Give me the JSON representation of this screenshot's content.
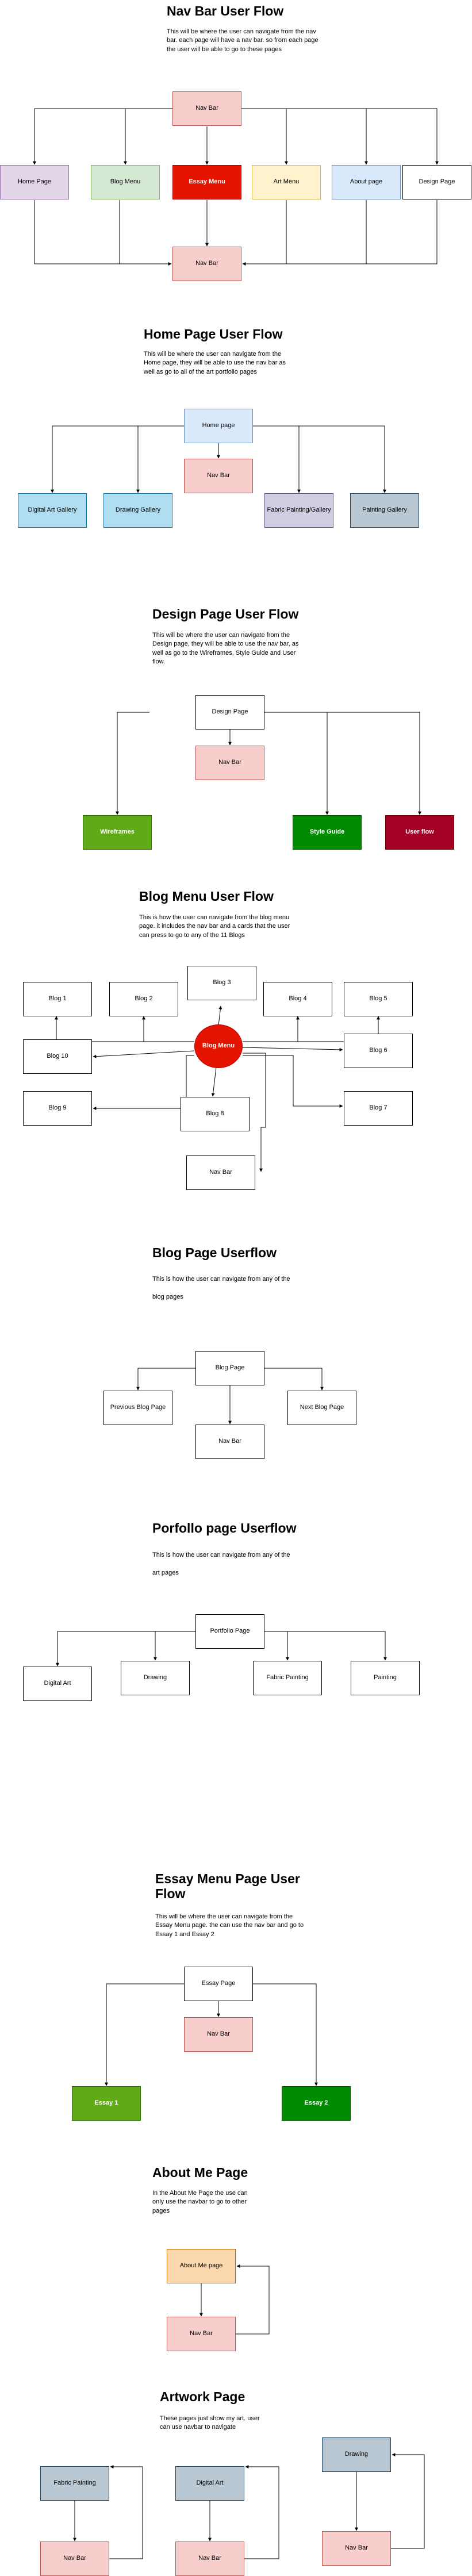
{
  "navbar_flow": {
    "title": "Nav Bar User Flow",
    "desc": "This will be where the user can navigate from the nav bar. each page will have a nav bar. so from each page the user will be able to go to these pages",
    "nav_top": "Nav Bar",
    "home": "Home Page",
    "blog": "Blog Menu",
    "essay": "Essay Menu",
    "art": "Art Menu",
    "about": "About page",
    "design": "Design Page",
    "nav_bottom": "Nav Bar"
  },
  "home_flow": {
    "title": "Home Page User Flow",
    "desc": "This will be where the user can navigate from the Home page, they will be able to use the nav bar as well as go to all of the art portfolio pages",
    "home": "Home page",
    "nav": "Nav Bar",
    "digital": "Digital Art Gallery",
    "drawing": "Drawing Gallery",
    "fabric": "Fabric Painting/Gallery",
    "painting": "Painting Gallery"
  },
  "design_flow": {
    "title": "Design Page User Flow",
    "desc": "This will be where the user can navigate from the Design page, they will be able to use the nav bar, as well as go to the Wireframes, Style Guide and User flow.",
    "design": "Design Page",
    "nav": "Nav Bar",
    "wireframes": "Wireframes",
    "style_guide": "Style Guide",
    "user_flow": "User flow"
  },
  "blog_menu_flow": {
    "title": "Blog Menu User Flow",
    "desc": "This is how the user can navigate from the blog menu page. it includes the nav bar and a cards that the user can press to go to any of the 11 Blogs",
    "center": "Blog Menu",
    "b1": "Blog 1",
    "b2": "Blog 2",
    "b3": "Blog 3",
    "b4": "Blog 4",
    "b5": "Blog 5",
    "b6": "Blog 6",
    "b7": "Blog 7",
    "b8": "Blog 8",
    "b9": "Blog 9",
    "b10": "Blog 10",
    "nav": "Nav Bar"
  },
  "blog_page_flow": {
    "title": "Blog Page Userflow",
    "desc1": "This is how the user can navigate from any of the",
    "desc2": "blog pages",
    "blog": "Blog Page",
    "prev": "Previous Blog Page",
    "next": "Next Blog Page",
    "nav": "Nav Bar"
  },
  "portfolio_flow": {
    "title": "Porfollo page Userflow",
    "desc1": "This is how the user can navigate from any of the",
    "desc2": "art pages",
    "portfolio": "Portfolio Page",
    "digital": "Digital Art",
    "drawing": "Drawing",
    "fabric": "Fabric Painting",
    "painting": "Painting"
  },
  "essay_flow": {
    "title": "Essay Menu Page User Flow",
    "desc": "This will be where the user can navigate from the Essay Menu page. the can use the nav bar and go to Essay 1 and Essay 2",
    "essay": "Essay Page",
    "nav": "Nav Bar",
    "e1": "Essay 1",
    "e2": "Essay 2"
  },
  "about_flow": {
    "title": "About Me Page",
    "desc": "In the About Me Page the use can only use the navbar to go to other pages",
    "about": "About Me page",
    "nav": "Nav Bar"
  },
  "artwork_flow": {
    "title": "Artwork Page",
    "desc": "These pages just show my art. user can use navbar to navigate",
    "fabric": "Fabric Painting",
    "fabric_nav": "Nav Bar",
    "digital": "Digital Art",
    "digital_nav": "Nav Bar",
    "drawing": "Drawing",
    "drawing_nav": "Nav Bar"
  }
}
